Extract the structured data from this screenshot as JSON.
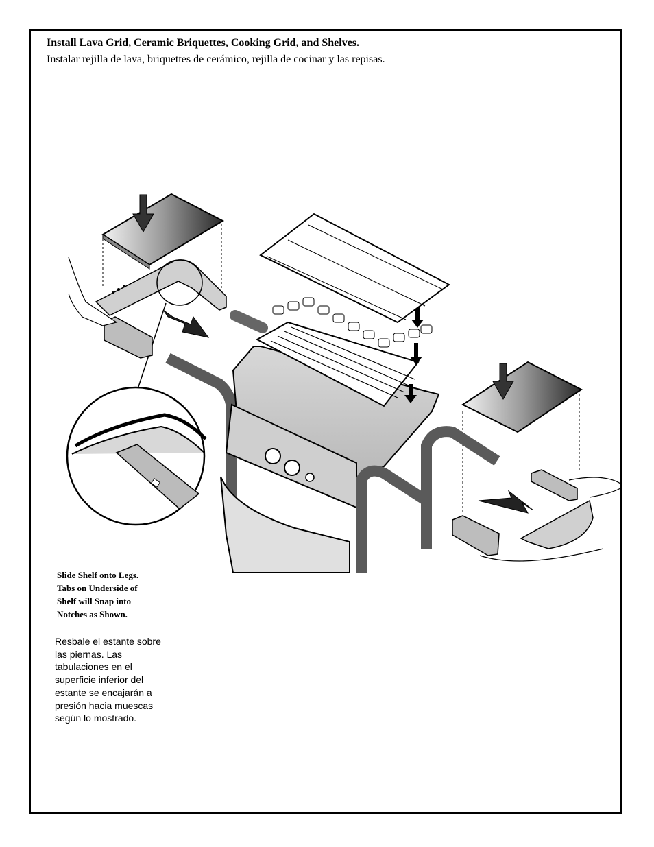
{
  "heading": {
    "title_en": "Install Lava Grid, Ceramic Briquettes, Cooking Grid, and Shelves.",
    "title_es": "Instalar rejilla de lava, briquettes de cerámico, rejilla de cocinar y las repisas."
  },
  "notes": {
    "en": "Slide Shelf onto Legs.\nTabs on Underside of\nShelf will Snap into\nNotches as Shown.",
    "es": "Resbale el estante sobre\nlas piernas. Las\ntabulaciones en el\nsuperficie inferior del\nestante se encajarán a\npresión hacia muescas\nsegún lo mostrado."
  },
  "illustration": {
    "icons": [
      "grill-assembly-icon",
      "cooking-grid-icon",
      "ceramic-briquettes-icon",
      "lava-grid-icon",
      "side-shelf-icon",
      "down-arrow-icon",
      "slide-arrow-icon",
      "detail-magnifier-icon",
      "hand-icon"
    ]
  }
}
